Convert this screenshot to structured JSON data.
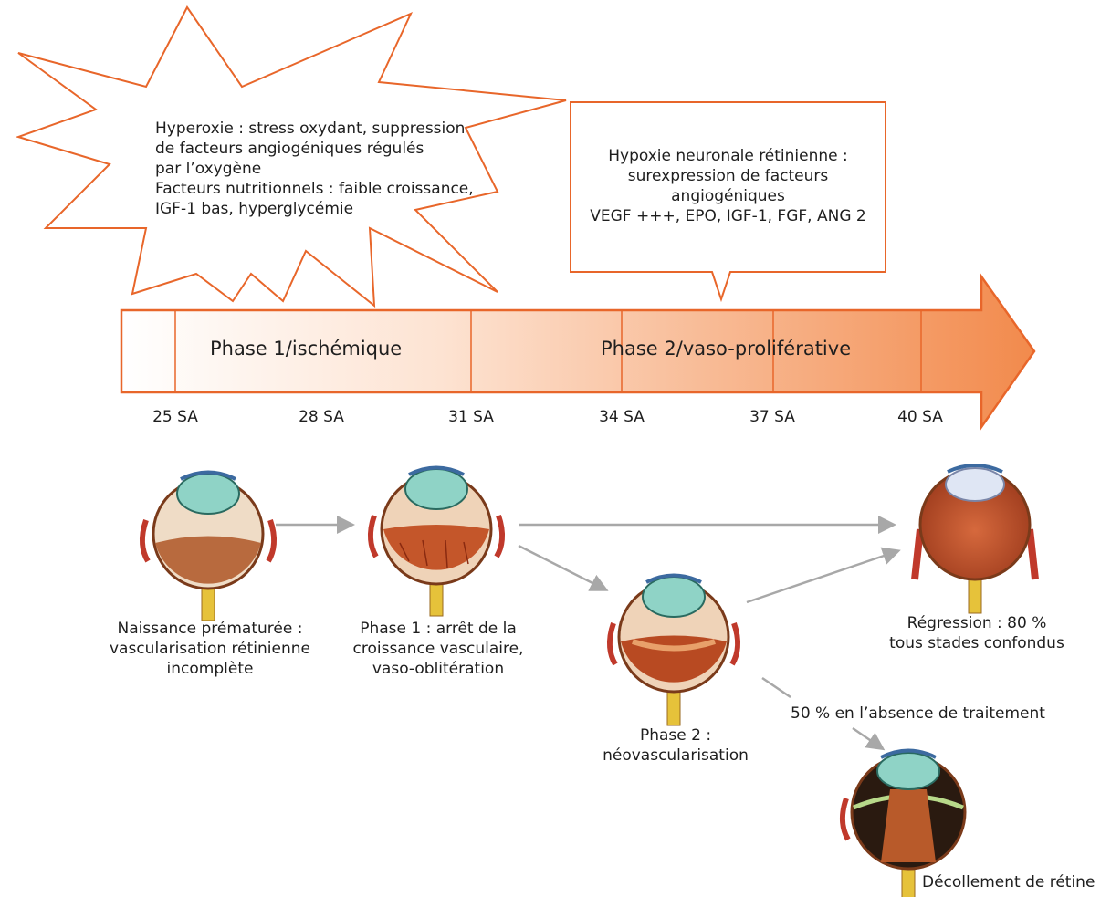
{
  "callouts": {
    "hyperoxia": [
      "Hyperoxie : stress oxydant, suppression",
      "de facteurs angiogéniques régulés",
      "par l’oxygène",
      "Facteurs nutritionnels : faible croissance,",
      "IGF-1 bas, hyperglycémie"
    ],
    "hypoxia": [
      "Hypoxie neuronale rétinienne :",
      "surexpression de facteurs",
      "angiogéniques",
      "VEGF +++, EPO, IGF-1, FGF, ANG 2"
    ]
  },
  "timeline": {
    "phase1": "Phase 1/ischémique",
    "phase2": "Phase 2/vaso-proliférative",
    "ticks": [
      "25 SA",
      "28 SA",
      "31 SA",
      "34 SA",
      "37 SA",
      "40 SA"
    ]
  },
  "stages": {
    "birth": [
      "Naissance prématurée :",
      "vascularisation rétinienne",
      "incomplète"
    ],
    "phase1": [
      "Phase 1 : arrêt de la",
      "croissance vasculaire,",
      "vaso-oblitération"
    ],
    "phase2": [
      "Phase 2 :",
      "néovascularisation"
    ],
    "regression": [
      "Régression : 80 %",
      "tous stades confondus"
    ],
    "untreated": "50 % en l’absence de traitement",
    "detachment": "Décollement de rétine"
  },
  "colors": {
    "accent": "#e8662a",
    "arrow_start": "#ffffff",
    "arrow_end": "#f08a4f",
    "grey_arrow": "#a8a8a8"
  }
}
